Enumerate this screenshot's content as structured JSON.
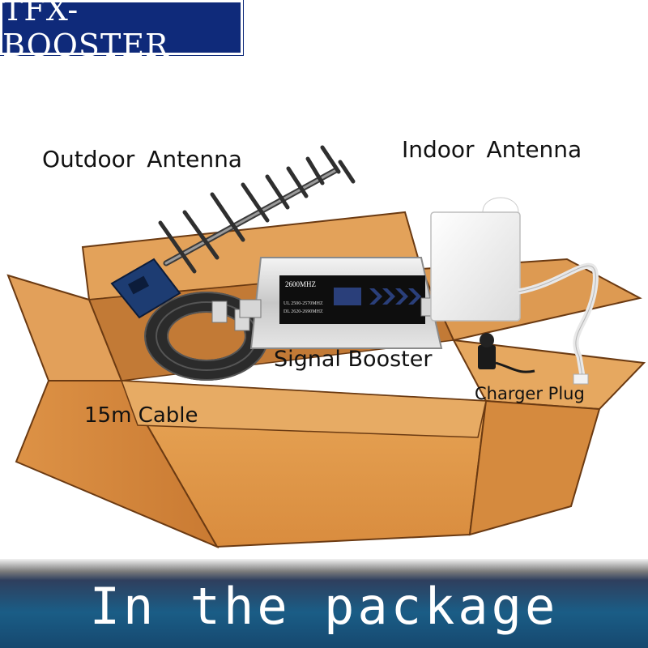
{
  "brand": {
    "name": "TFX-BOOSTER"
  },
  "labels": {
    "outdoor_antenna": "Outdoor  Antenna",
    "indoor_antenna": "Indoor  Antenna",
    "signal_booster": "Signal Booster",
    "cable": "15m Cable",
    "charger": "Charger Plug"
  },
  "booster_panel": {
    "model": "2600MHZ",
    "uplink": "UL 2500-2570MHZ",
    "downlink": "DL 2620-2690MHZ"
  },
  "footer": {
    "title": "In the package"
  },
  "colors": {
    "brand_bg": "#0f2a7a",
    "box": "#e09a4e",
    "box_dark": "#b8702f",
    "footer_bg": "#1a5d86"
  }
}
